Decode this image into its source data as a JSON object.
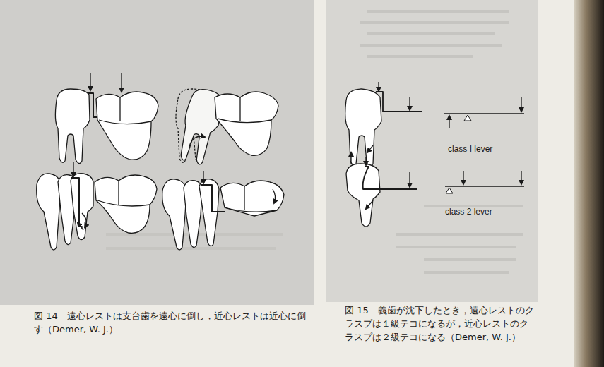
{
  "diagram": {
    "labels": [
      "図 14　遠心レストは支台歯を遠心に倒し，近心レストは近心に倒す（Demer, W. J.）",
      "図 15　義歯が沈下したとき，遠心レストのクラスプは１級テコになるが，近心レストのクラスプは２級テコになる（Demer, W. J.）",
      "class I lever",
      "class 2 lever"
    ]
  }
}
